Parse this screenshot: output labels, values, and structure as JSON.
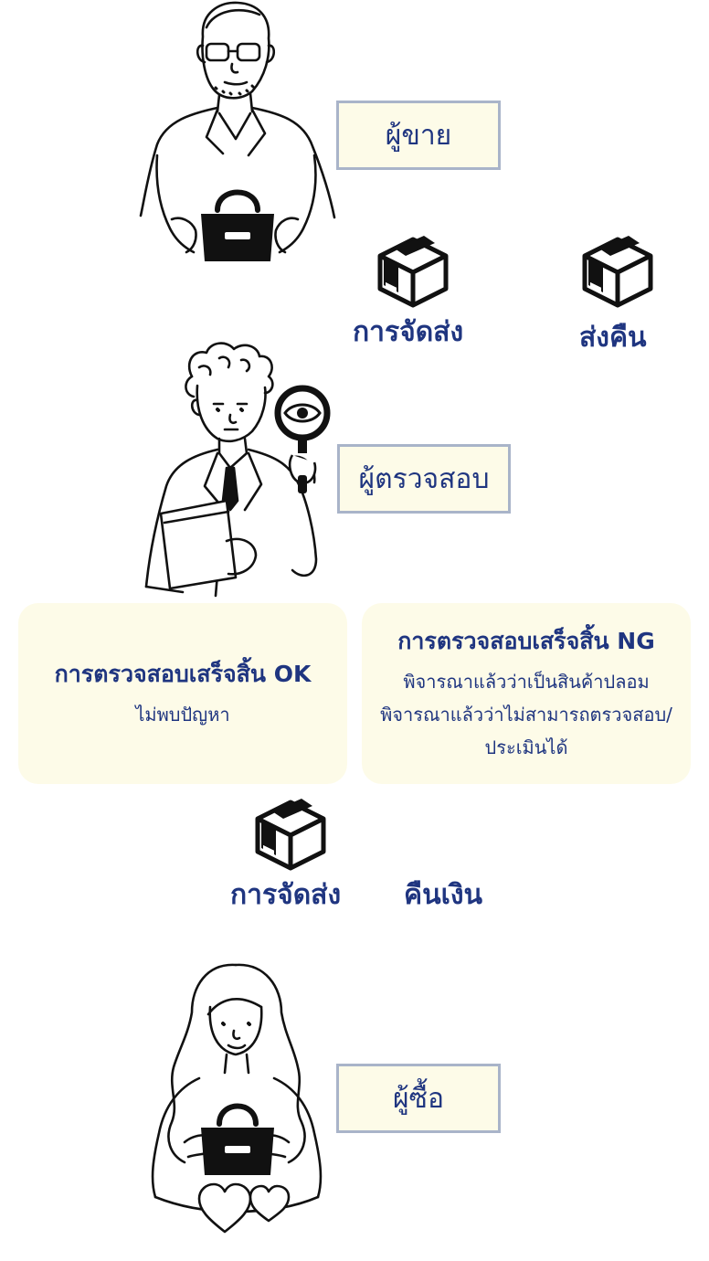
{
  "roles": {
    "seller": "ผู้ขาย",
    "inspector": "ผู้ตรวจสอบ",
    "buyer": "ผู้ซื้อ"
  },
  "flow": {
    "ship_to_inspector": "การจัดส่ง",
    "return": "ส่งคืน",
    "ship_to_buyer": "การจัดส่ง",
    "refund": "คืนเงิน"
  },
  "results": {
    "ok": {
      "title": "การตรวจสอบเสร็จสิ้น OK",
      "desc_lines": [
        "ไม่พบปัญหา"
      ]
    },
    "ng": {
      "title": "การตรวจสอบเสร็จสิ้น NG",
      "desc_lines": [
        "พิจารณาแล้วว่าเป็นสินค้าปลอม",
        "พิจารณาแล้วว่าไม่สามารถตรวจสอบ/",
        "ประเมินได้"
      ]
    }
  },
  "icons": {
    "shipping_box": "package-box-icon",
    "handbag": "handbag-icon",
    "magnifier": "magnifying-glass-eye-icon",
    "hearts": "hearts-icon"
  },
  "colors": {
    "text_navy": "#1f3580",
    "box_border": "#a9b4c9",
    "box_fill": "#fdfbe8",
    "line_art": "#111111"
  }
}
